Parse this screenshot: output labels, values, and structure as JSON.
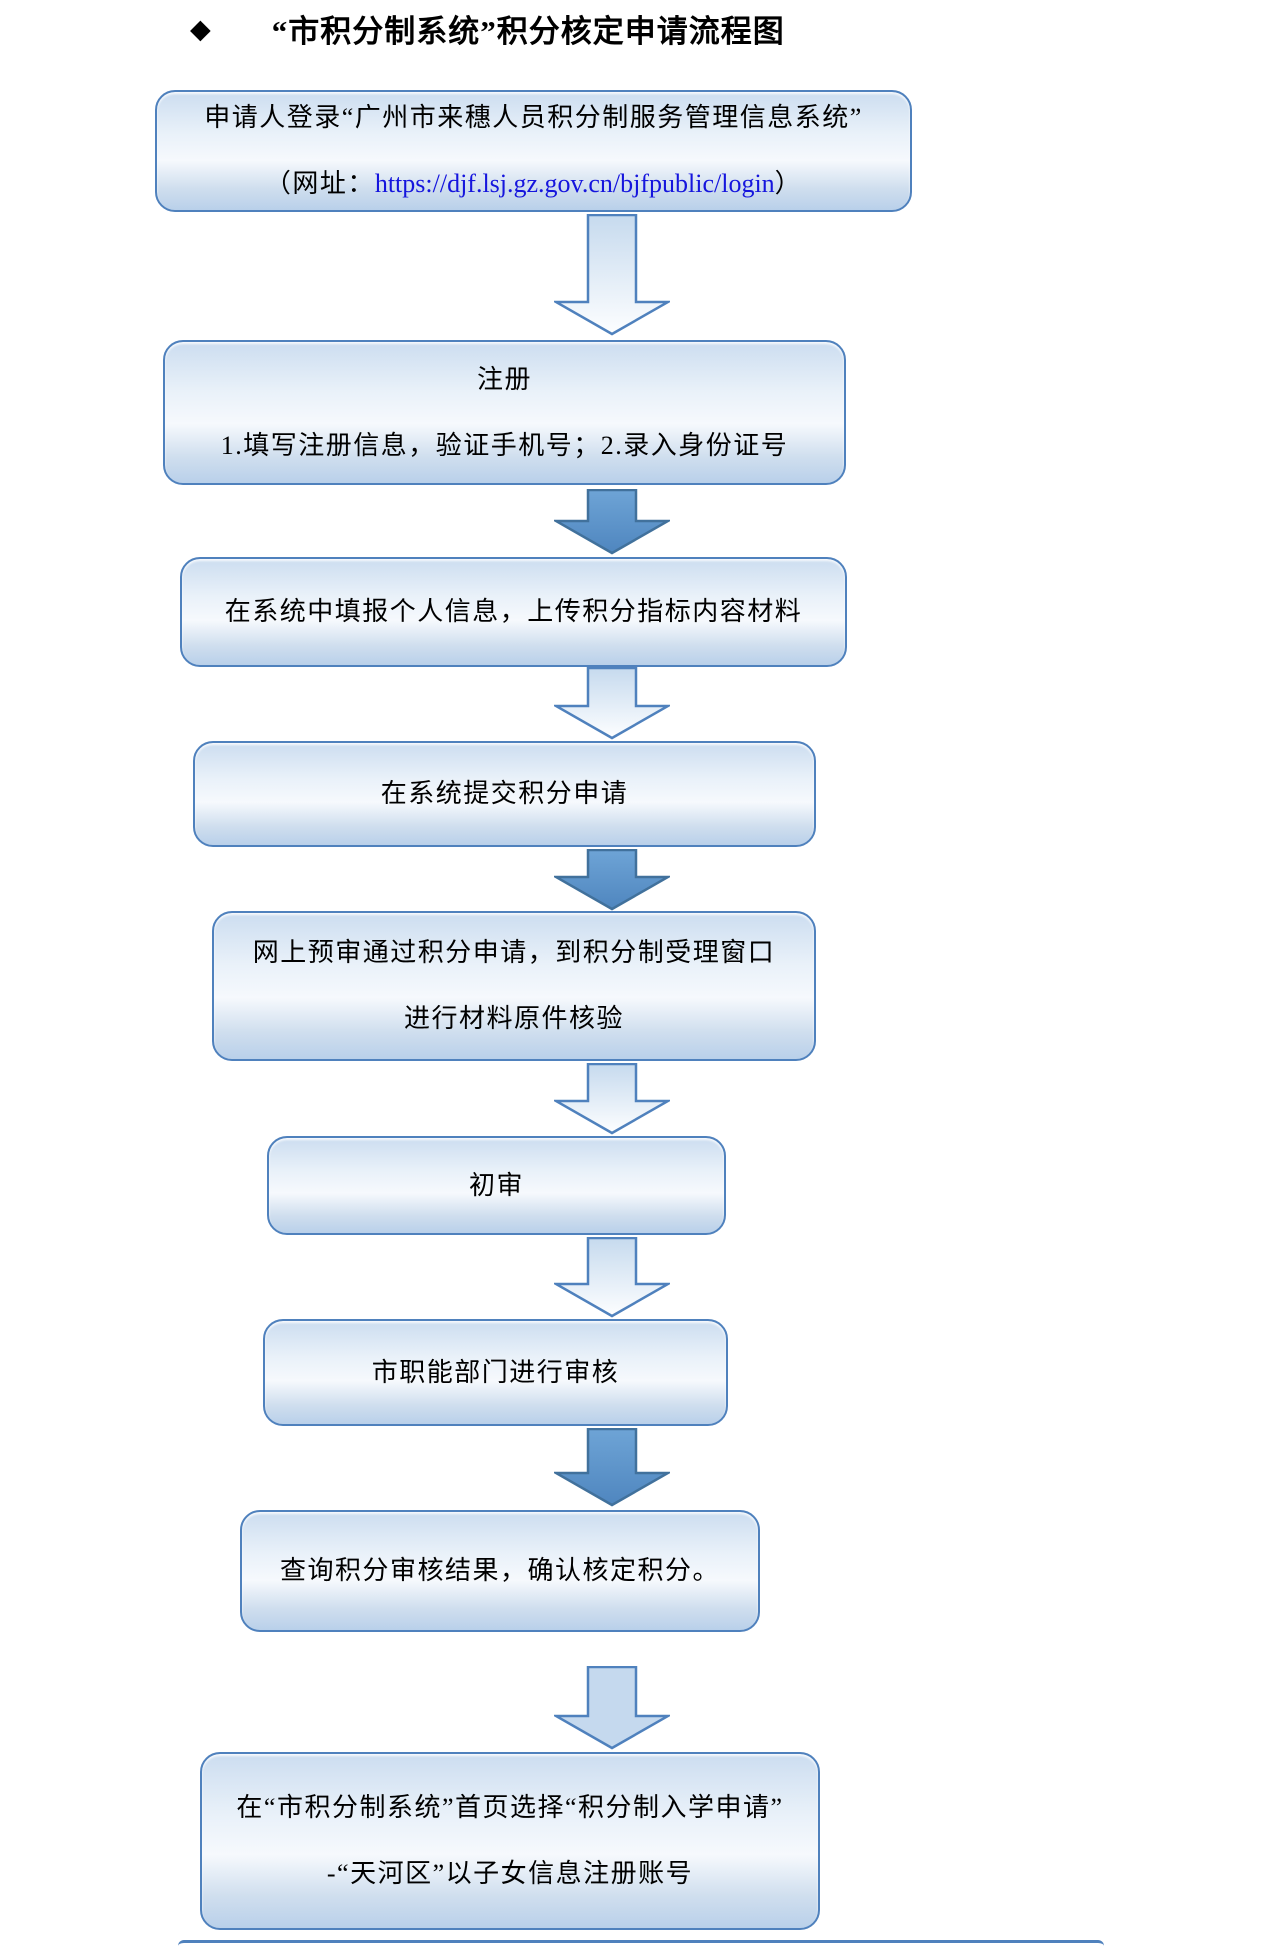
{
  "title": {
    "bullet": "◆",
    "text": "“市积分制系统”积分核定申请流程图"
  },
  "colors": {
    "box_border": "#4f81bd",
    "solid_arrow": "#5b93c8",
    "light_arrow_fill": "#c6daee",
    "link": "#1515dd"
  },
  "flow": {
    "steps": [
      {
        "line1": "申请人登录“广州市来穗人员积分制服务管理信息系统”",
        "line2_prefix": "（网址：",
        "url": "https://djf.lsj.gz.gov.cn/bjfpublic/login",
        "line2_suffix": "）"
      },
      {
        "line1": "注册",
        "line2": "1.填写注册信息，验证手机号；2.录入身份证号"
      },
      {
        "line1": "在系统中填报个人信息，上传积分指标内容材料"
      },
      {
        "line1": "在系统提交积分申请"
      },
      {
        "line1": "网上预审通过积分申请，到积分制受理窗口",
        "line2": "进行材料原件核验"
      },
      {
        "line1": "初审"
      },
      {
        "line1": "市职能部门进行审核"
      },
      {
        "line1": "查询积分审核结果，确认核定积分。"
      },
      {
        "line1": "在“市积分制系统”首页选择“积分制入学申请”",
        "line2": "-“天河区”以子女信息注册账号"
      }
    ]
  }
}
